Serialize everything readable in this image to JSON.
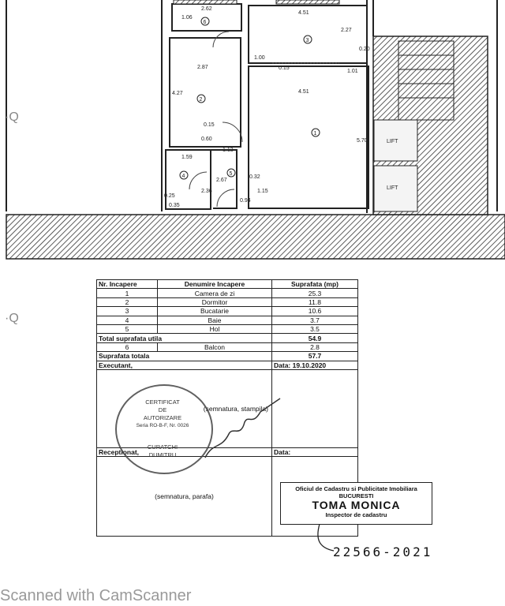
{
  "plan": {
    "room_numbers": [
      "1",
      "2",
      "3",
      "4",
      "5",
      "6"
    ],
    "dimensions": [
      "2.62",
      "1.06",
      "4.51",
      "2.27",
      "0.20",
      "1.00",
      "0.15",
      "1.01",
      "2.87",
      "4.27",
      "4.51",
      "5.70",
      "0.15",
      "0.60",
      "1.13",
      "1.59",
      "2.67",
      "2.36",
      "0.32",
      "0.94",
      "1.15",
      "0.25",
      "0.35"
    ],
    "lift_labels": [
      "LIFT",
      "LIFT"
    ]
  },
  "table": {
    "headers": [
      "Nr. Incapere",
      "Denumire Incapere",
      "Suprafata (mp)"
    ],
    "rows": [
      {
        "nr": "1",
        "name": "Camera de zi",
        "area": "25.3"
      },
      {
        "nr": "2",
        "name": "Dormitor",
        "area": "11.8"
      },
      {
        "nr": "3",
        "name": "Bucatarie",
        "area": "10.6"
      },
      {
        "nr": "4",
        "name": "Baie",
        "area": "3.7"
      },
      {
        "nr": "5",
        "name": "Hol",
        "area": "3.5"
      }
    ],
    "total_util_label": "Total suprafata utila",
    "total_util": "54.9",
    "balcon": {
      "nr": "6",
      "name": "Balcon",
      "area": "2.8"
    },
    "total_label": "Suprafata totala",
    "total": "57.7",
    "executant_label": "Executant,",
    "date": "Data: 19.10.2020",
    "sign_stamp": "(semnatura, stampila)",
    "receptionat_label": "Receptionat,",
    "data_label": "Data:",
    "sign_parafa": "(semnatura, parafa)"
  },
  "stamp": {
    "lines": [
      "CERTIFICAT",
      "DE",
      "AUTORIZARE",
      "Seria RO-B-F, Nr. 0026",
      "CURATCHI",
      "DUMITRU"
    ]
  },
  "ocpi": {
    "office": "Oficiul de Cadastru si Publicitate Imobiliara",
    "city": "BUCURESTI",
    "name": "TOMA MONICA",
    "role": "Inspector de cadastru",
    "number": "22566-2021"
  },
  "footer": {
    "scanned": "Scanned with CamScanner"
  }
}
